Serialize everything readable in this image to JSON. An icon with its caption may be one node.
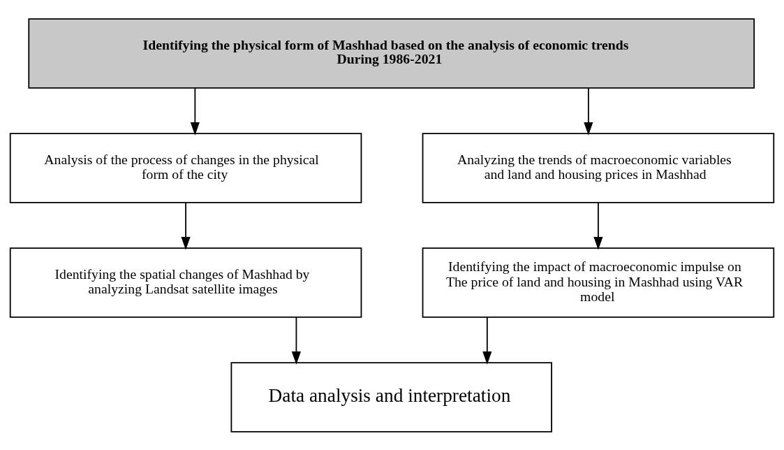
{
  "diagram": {
    "nodes": [
      {
        "text": [
          "Identifying the physical form of Mashhad based on the analysis of economic trends During 1986-2021"
        ]
      },
      {
        "text": [
          "Analysis of the process of changes in the physical form of the city"
        ]
      },
      {
        "text": [
          "Analyzing the trends of macroeconomic variables and land and housing prices in Mashhad"
        ]
      },
      {
        "text": [
          "Identifying the spatial changes of Mashhad by analyzing Landsat satellite images"
        ]
      },
      {
        "text": [
          "Identifying the impact of macroeconomic impulse on The price of land and housing in Mashhad using VAR model"
        ]
      },
      {
        "text": [
          "Data analysis and interpretation"
        ]
      }
    ],
    "edges": [
      {
        "from": 0,
        "to": 1,
        "arrow": "to"
      },
      {
        "from": 0,
        "to": 2,
        "arrow": "to"
      },
      {
        "from": 1,
        "to": 3,
        "arrow": "to"
      },
      {
        "from": 2,
        "to": 4,
        "arrow": "to"
      },
      {
        "from": 3,
        "to": 5,
        "arrow": "to"
      },
      {
        "from": 4,
        "to": 5,
        "arrow": "to"
      }
    ]
  }
}
